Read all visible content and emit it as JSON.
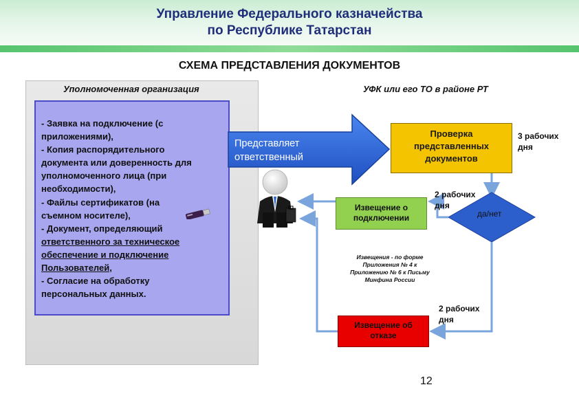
{
  "header": {
    "title_line1": "Управление Федерального казначейства",
    "title_line2": "по Республике Татарстан"
  },
  "scheme_title": "СХЕМА ПРЕДСТАВЛЕНИЯ ДОКУМЕНТОВ",
  "left_column_title": "Уполномоченная организация",
  "right_column_title": "УФК или его ТО в районе РТ",
  "documents": {
    "lines": [
      "- Заявка на подключение (с",
      "приложениями),",
      "- Копия распорядительного",
      "документа или доверенность для",
      "уполномоченного лица (при",
      "необходимости),",
      "- Файлы сертификатов (на",
      "съемном носителе),",
      "- Документ, определяющий",
      "ответственного за техническое",
      "обеспечение и подключение",
      "Пользователей,",
      "- Согласие на обработку",
      "персональных данных."
    ]
  },
  "arrow_label": {
    "line1": "Представляет",
    "line2": "ответственный"
  },
  "check_box": {
    "line1": "Проверка",
    "line2": "представленных",
    "line3": "документов"
  },
  "days_check": {
    "line1": "3 рабочих",
    "line2": "дня"
  },
  "days_connect": {
    "line1": "2 рабочих",
    "line2": "дня"
  },
  "days_refuse": {
    "line1": "2 рабочих",
    "line2": "дня"
  },
  "decision_label": "да/нет",
  "connect_notice": {
    "line1": "Извещение о",
    "line2": "подключении"
  },
  "refuse_notice": {
    "line1": "Извещение об",
    "line2": "отказе"
  },
  "form_note": {
    "line1": "Извещения - по форме",
    "line2": "Приложения № 4 к",
    "line3": "Приложению № 6 к Письму",
    "line4": "Минфина России"
  },
  "page_number": "12",
  "colors": {
    "title_blue": "#1f2d7a",
    "arrow_blue": "#2f67d8",
    "check_yellow": "#f5c400",
    "connect_green": "#92d050",
    "refuse_red": "#e80000",
    "decision_blue": "#2c5fcc",
    "docs_lilac": "#a8a6ef"
  },
  "icons": [
    "usb-flash-drive-icon",
    "businessman-icon"
  ]
}
